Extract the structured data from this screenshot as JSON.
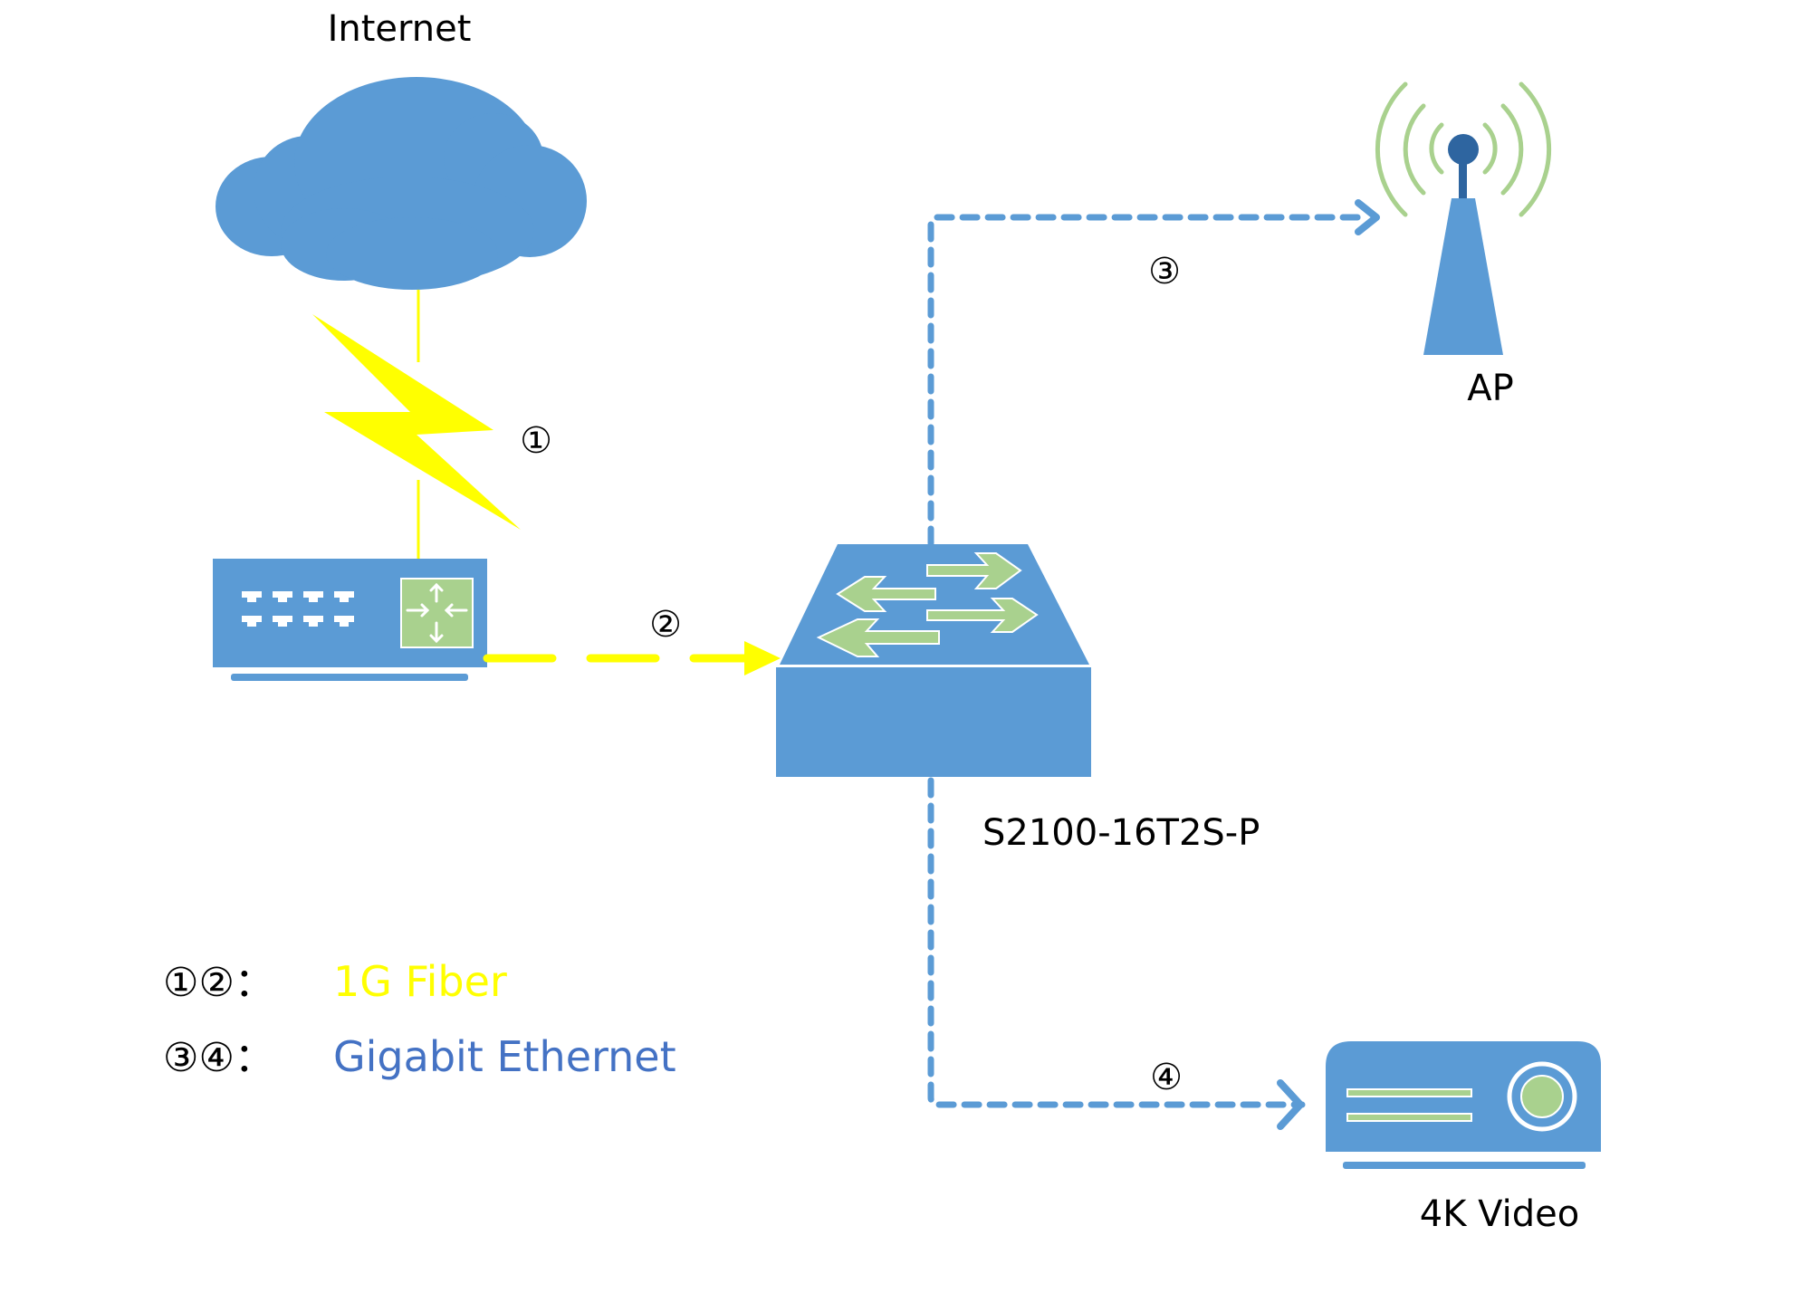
{
  "title": "Network topology: Internet to S2100-16T2S-P switch",
  "colors": {
    "device_blue": "#5B9BD5",
    "dark_blue": "#2E65A0",
    "accent_green": "#A9D18E",
    "fiber_yellow": "#FFFF00",
    "ethernet_blue": "#4472C4",
    "text": "#000000"
  },
  "nodes": {
    "internet": {
      "label": "Internet",
      "icon": "cloud-icon"
    },
    "router": {
      "label": "",
      "icon": "router-icon"
    },
    "switch": {
      "label": "S2100-16T2S-P",
      "icon": "switch-icon"
    },
    "ap": {
      "label": "AP",
      "icon": "wireless-ap-icon"
    },
    "video": {
      "label": "4K Video",
      "icon": "projector-icon"
    }
  },
  "links": [
    {
      "id": "1",
      "marker": "①",
      "from": "internet",
      "to": "router",
      "type": "1G Fiber",
      "style": "lightning"
    },
    {
      "id": "2",
      "marker": "②",
      "from": "router",
      "to": "switch",
      "type": "1G Fiber",
      "style": "dashed-arrow"
    },
    {
      "id": "3",
      "marker": "③",
      "from": "switch",
      "to": "ap",
      "type": "Gigabit Ethernet",
      "style": "dotted-arrow"
    },
    {
      "id": "4",
      "marker": "④",
      "from": "switch",
      "to": "video",
      "type": "Gigabit Ethernet",
      "style": "dotted-arrow"
    }
  ],
  "legend": [
    {
      "markers": "①②：",
      "text": "1G Fiber",
      "color": "#FFFF00"
    },
    {
      "markers": "③④：",
      "text": "Gigabit Ethernet",
      "color": "#4472C4"
    }
  ]
}
